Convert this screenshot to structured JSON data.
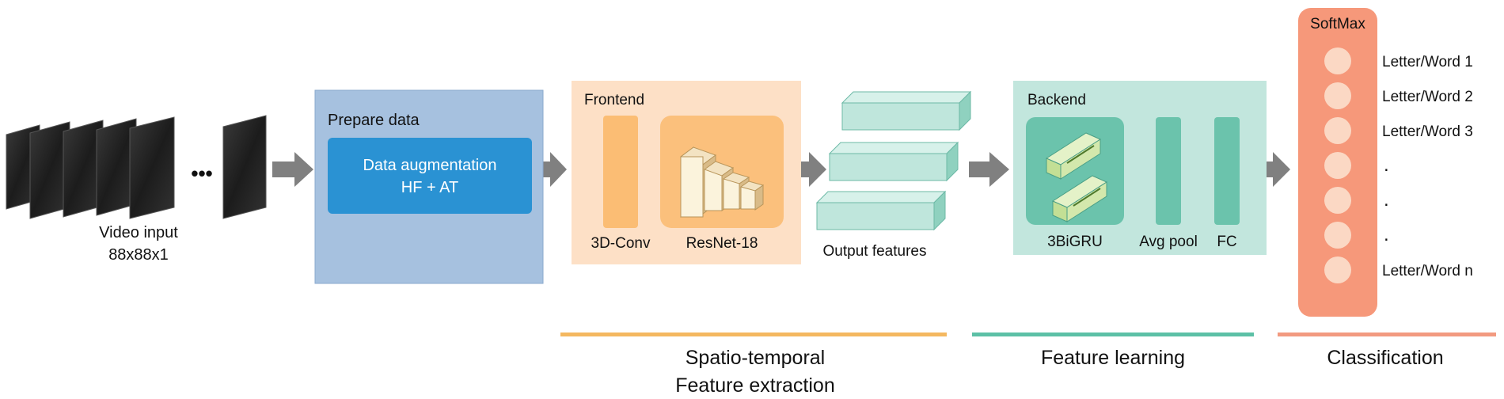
{
  "input": {
    "label": "Video input",
    "size": "88x88x1",
    "ellipsis": "•••"
  },
  "prepare": {
    "title": "Prepare data",
    "aug_line1": "Data augmentation",
    "aug_line2": "HF + AT"
  },
  "frontend": {
    "title": "Frontend",
    "conv_label": "3D-Conv",
    "resnet_label": "ResNet-18"
  },
  "features": {
    "label": "Output features"
  },
  "backend": {
    "title": "Backend",
    "gru_label": "3BiGRU",
    "pool_label": "Avg pool",
    "fc_label": "FC"
  },
  "softmax": {
    "title": "SoftMax",
    "outputs": [
      "Letter/Word 1",
      "Letter/Word 2",
      "Letter/Word 3",
      ".",
      ".",
      ".",
      "Letter/Word n"
    ]
  },
  "stages": {
    "extraction_line1": "Spatio-temporal",
    "extraction_line2": "Feature extraction",
    "learning": "Feature learning",
    "classification": "Classification"
  },
  "colors": {
    "prepare_bg": "#a6c1df",
    "aug_box": "#2a92d3",
    "frontend_bg": "#fde0c6",
    "frontend_block": "#fbbd74",
    "resnet_bg": "#fbc07c",
    "feature_slab": "#bfe6dc",
    "backend_bg": "#c2e6dd",
    "backend_block": "#6bc3ac",
    "softmax_col": "#f6987a",
    "softmax_node": "#fbd8c4",
    "arrow": "#808080",
    "line_extraction": "#f4b860",
    "line_learning": "#5cc0a6",
    "line_classification": "#f29a80"
  }
}
